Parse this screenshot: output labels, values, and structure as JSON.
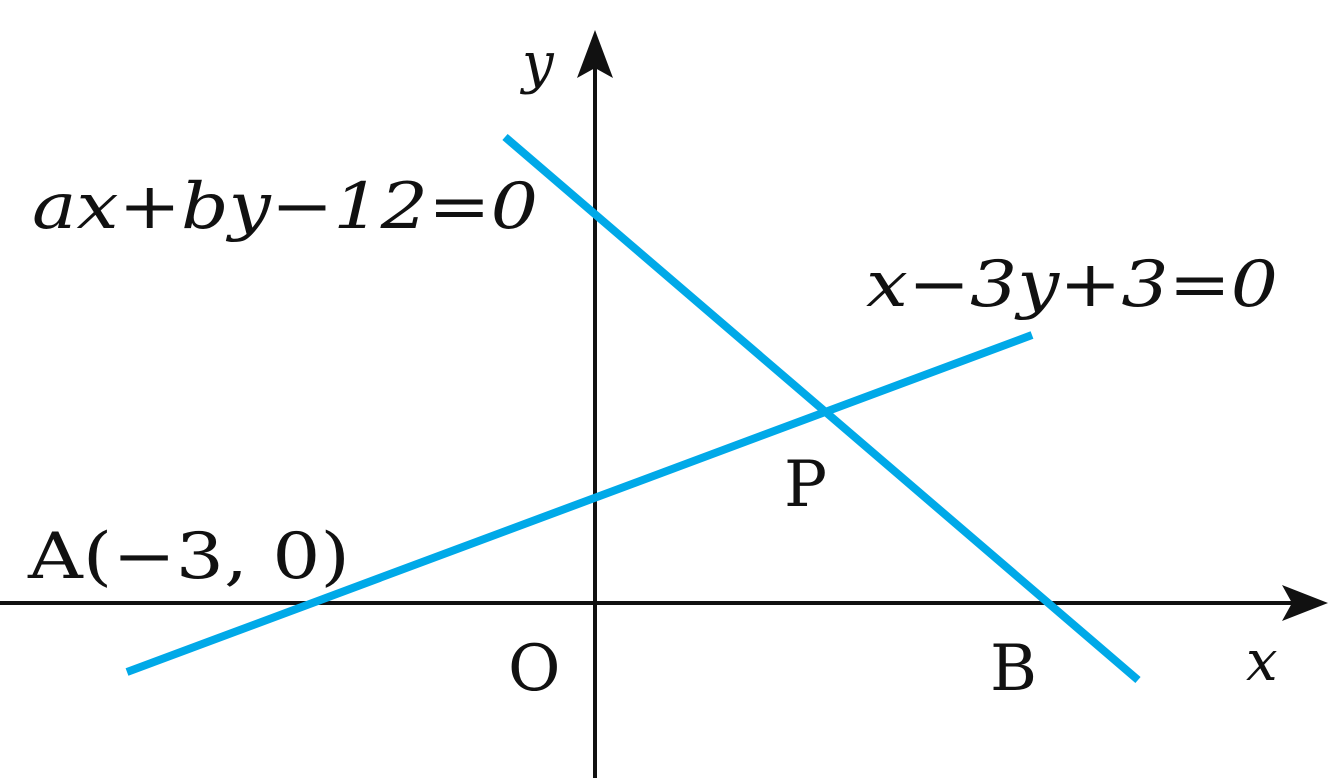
{
  "labels": {
    "y_axis": "y",
    "x_axis": "x",
    "origin": "O",
    "line1_eq": "ax+by−12=0",
    "line2_eq": "x−3y+3=0",
    "point_a": "A(−3, 0)",
    "point_p": "P",
    "point_b": "B"
  },
  "colors": {
    "line": "#00a9e8",
    "axis": "#111111"
  }
}
